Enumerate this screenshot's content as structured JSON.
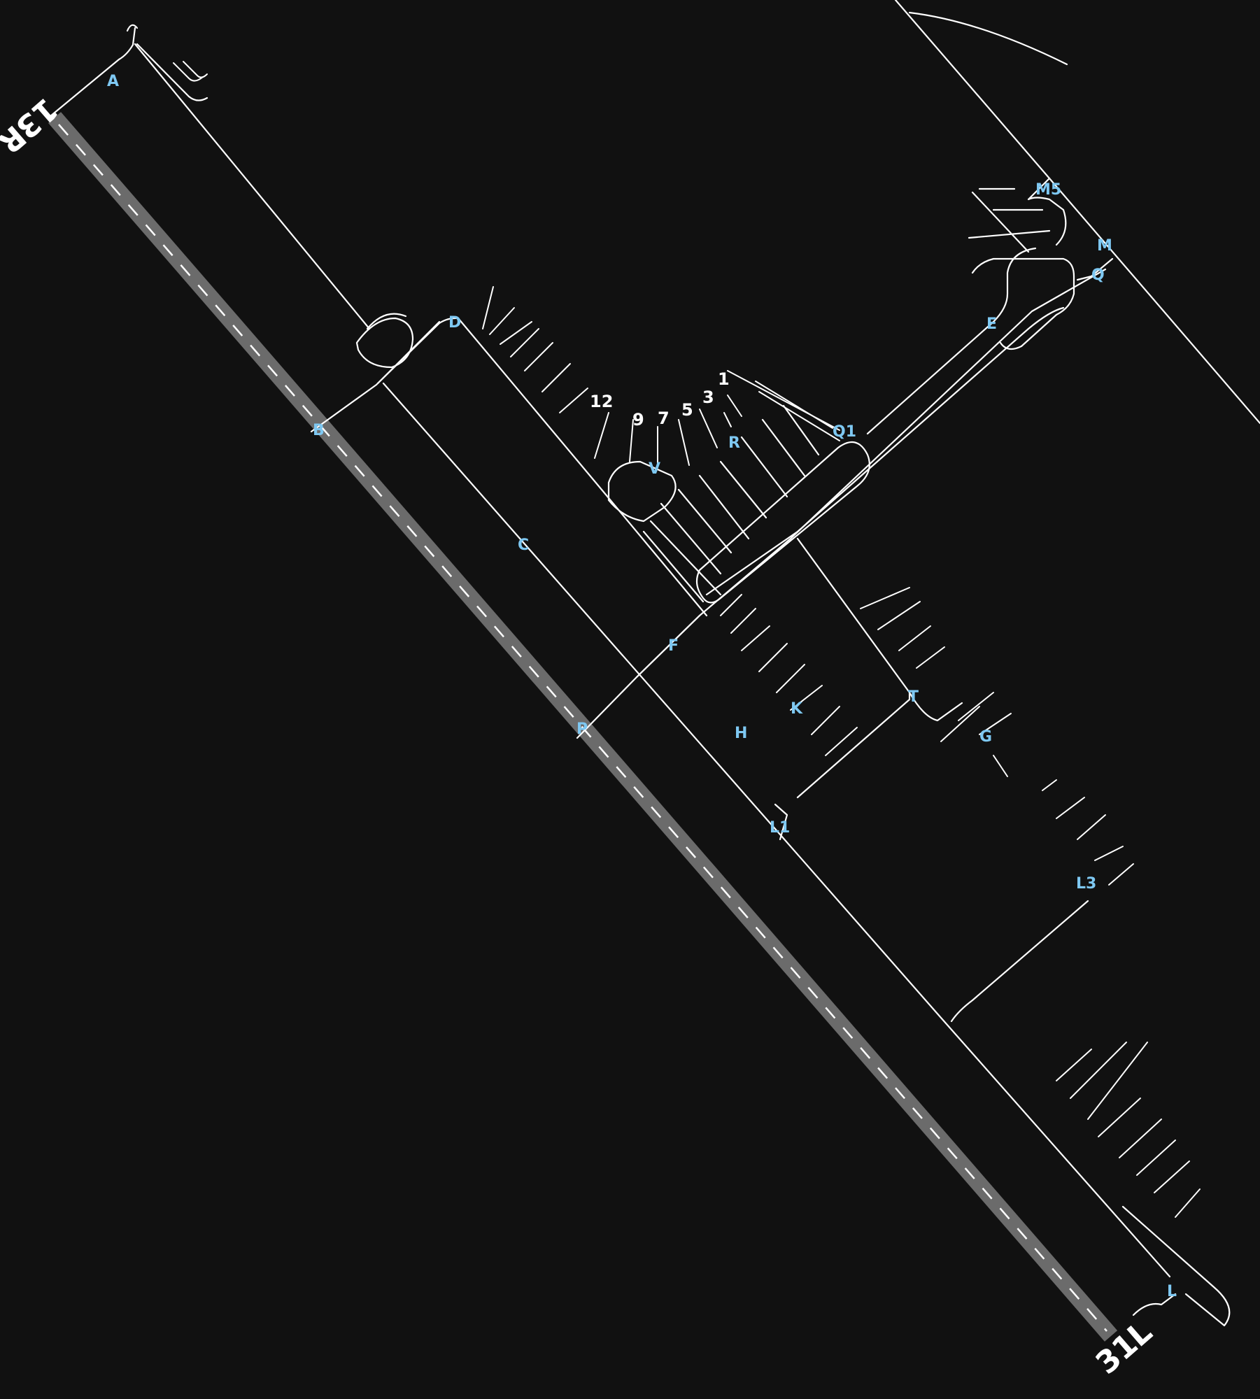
{
  "colors": {
    "background": "#111111",
    "taxiway": "#ffffff",
    "runway": "#6b6b6b",
    "taxiway_label": "#7ec8f2",
    "stand_label": "#ffffff"
  },
  "runway": {
    "name_a": "13",
    "side_a": "R",
    "name_b": "31",
    "side_b": "L"
  },
  "taxiway_labels": [
    "A",
    "B",
    "C",
    "D",
    "E",
    "F",
    "G",
    "H",
    "K",
    "L",
    "L1",
    "L3",
    "M",
    "M5",
    "P",
    "Q",
    "Q1",
    "R",
    "T",
    "V"
  ],
  "stand_labels": [
    "1",
    "3",
    "5",
    "7",
    "9",
    "12"
  ]
}
